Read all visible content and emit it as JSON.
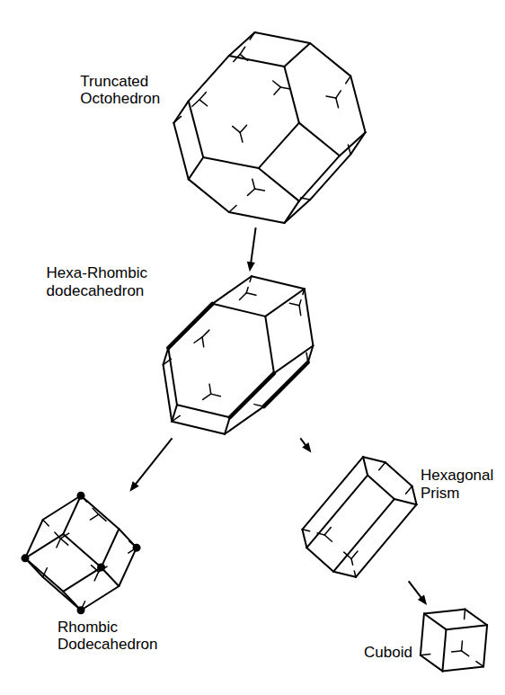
{
  "diagram": {
    "nodes": [
      {
        "text": [
          "Truncated Octohedron"
        ]
      },
      {
        "text": [
          "Hexa-Rhombic dodecahedron"
        ]
      },
      {
        "text": [
          "Rhombic Dodecahedron"
        ]
      },
      {
        "text": [
          "Hexagonal Prism"
        ]
      },
      {
        "text": [
          "Cuboid"
        ]
      }
    ],
    "edges": [
      {
        "from": 0,
        "to": 1,
        "arrow": "to"
      },
      {
        "from": 1,
        "to": 2,
        "arrow": "to"
      },
      {
        "from": 1,
        "to": 3,
        "arrow": "to"
      },
      {
        "from": 3,
        "to": 4,
        "arrow": "to"
      }
    ]
  }
}
